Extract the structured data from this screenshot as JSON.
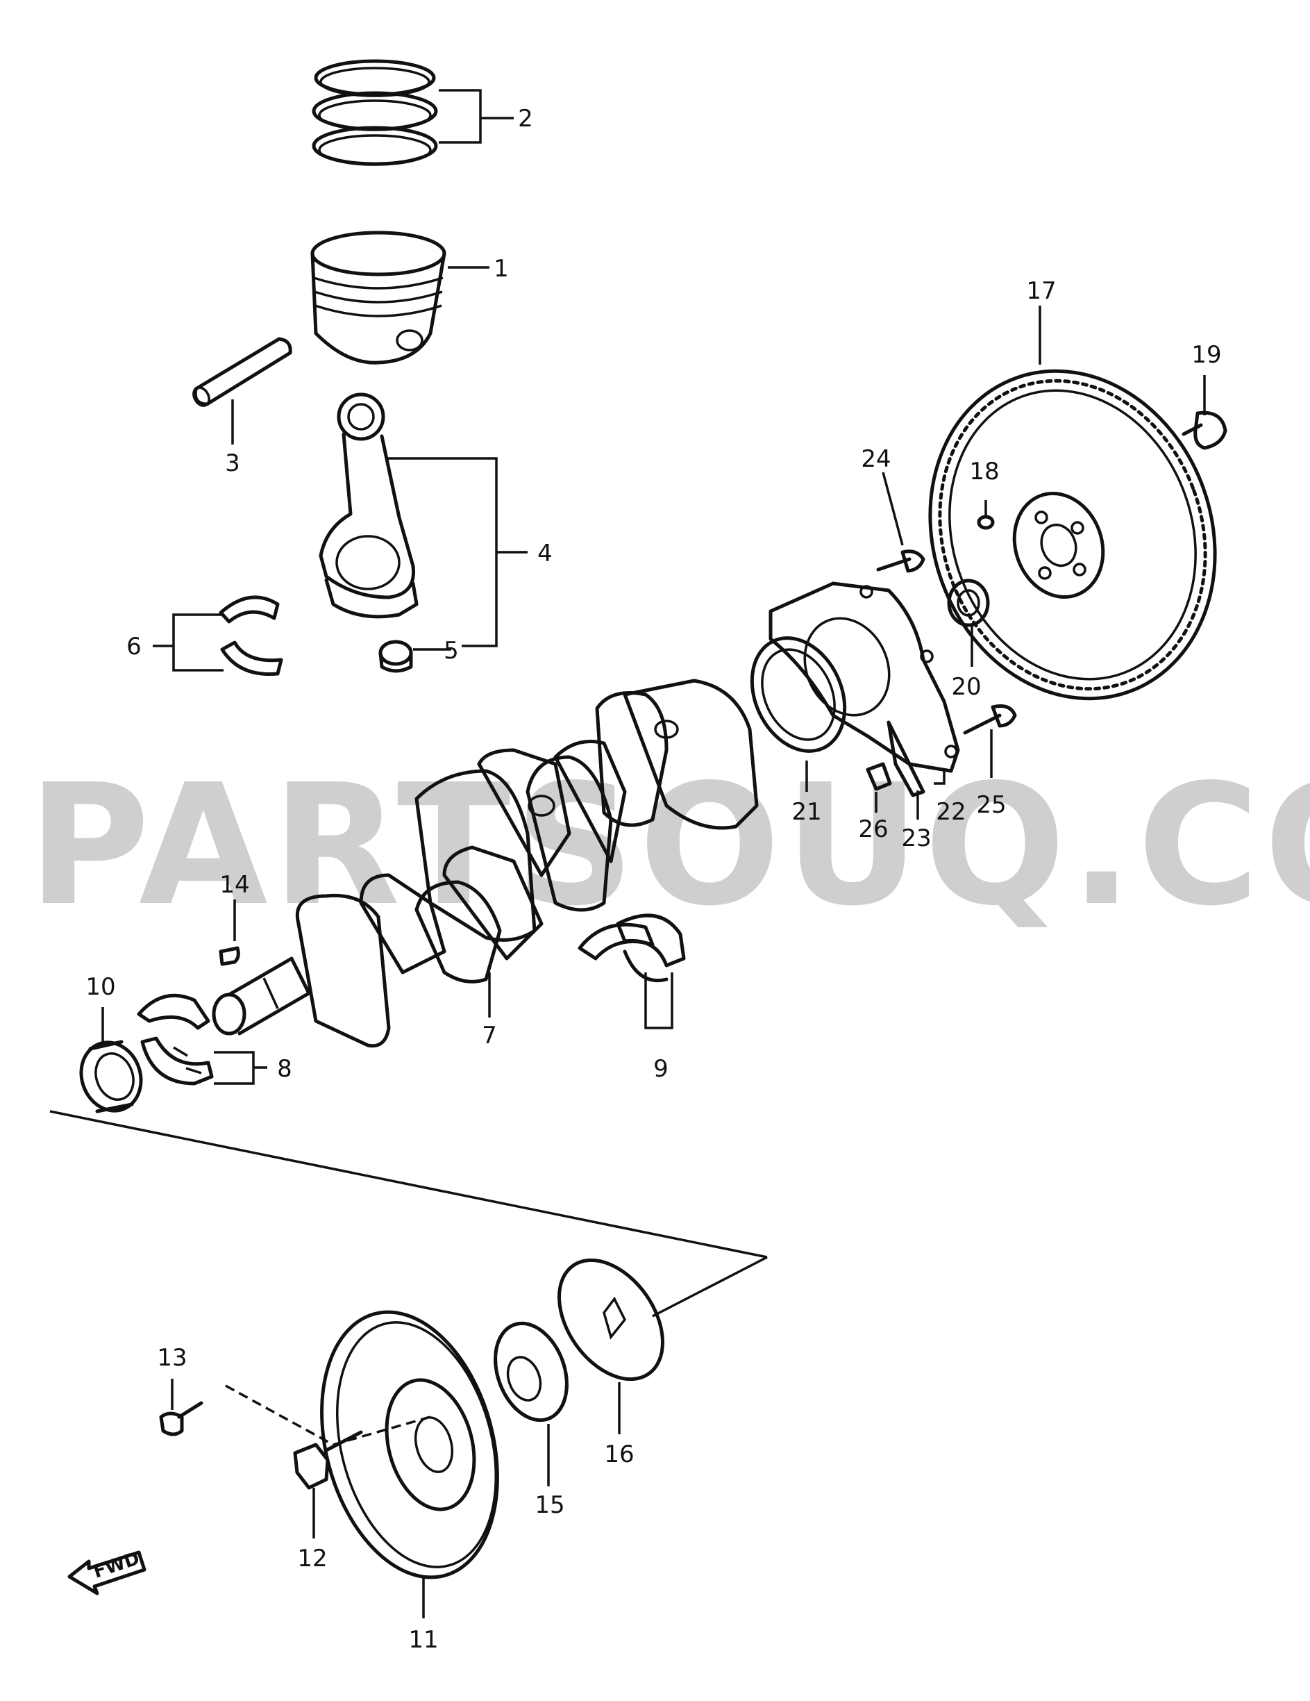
{
  "watermark": "PARTSOUQ.COM",
  "direction_label": "FWD",
  "callouts": [
    {
      "id": "c1",
      "label": "1"
    },
    {
      "id": "c2",
      "label": "2"
    },
    {
      "id": "c3",
      "label": "3"
    },
    {
      "id": "c4",
      "label": "4"
    },
    {
      "id": "c5",
      "label": "5"
    },
    {
      "id": "c6",
      "label": "6"
    },
    {
      "id": "c7",
      "label": "7"
    },
    {
      "id": "c8",
      "label": "8"
    },
    {
      "id": "c9",
      "label": "9"
    },
    {
      "id": "c10",
      "label": "10"
    },
    {
      "id": "c11",
      "label": "11"
    },
    {
      "id": "c12",
      "label": "12"
    },
    {
      "id": "c13",
      "label": "13"
    },
    {
      "id": "c14",
      "label": "14"
    },
    {
      "id": "c15",
      "label": "15"
    },
    {
      "id": "c16",
      "label": "16"
    },
    {
      "id": "c17",
      "label": "17"
    },
    {
      "id": "c18",
      "label": "18"
    },
    {
      "id": "c19",
      "label": "19"
    },
    {
      "id": "c20",
      "label": "20"
    },
    {
      "id": "c21",
      "label": "21"
    },
    {
      "id": "c22",
      "label": "22"
    },
    {
      "id": "c23",
      "label": "23"
    },
    {
      "id": "c24",
      "label": "24"
    },
    {
      "id": "c25",
      "label": "25"
    },
    {
      "id": "c26",
      "label": "26"
    }
  ]
}
